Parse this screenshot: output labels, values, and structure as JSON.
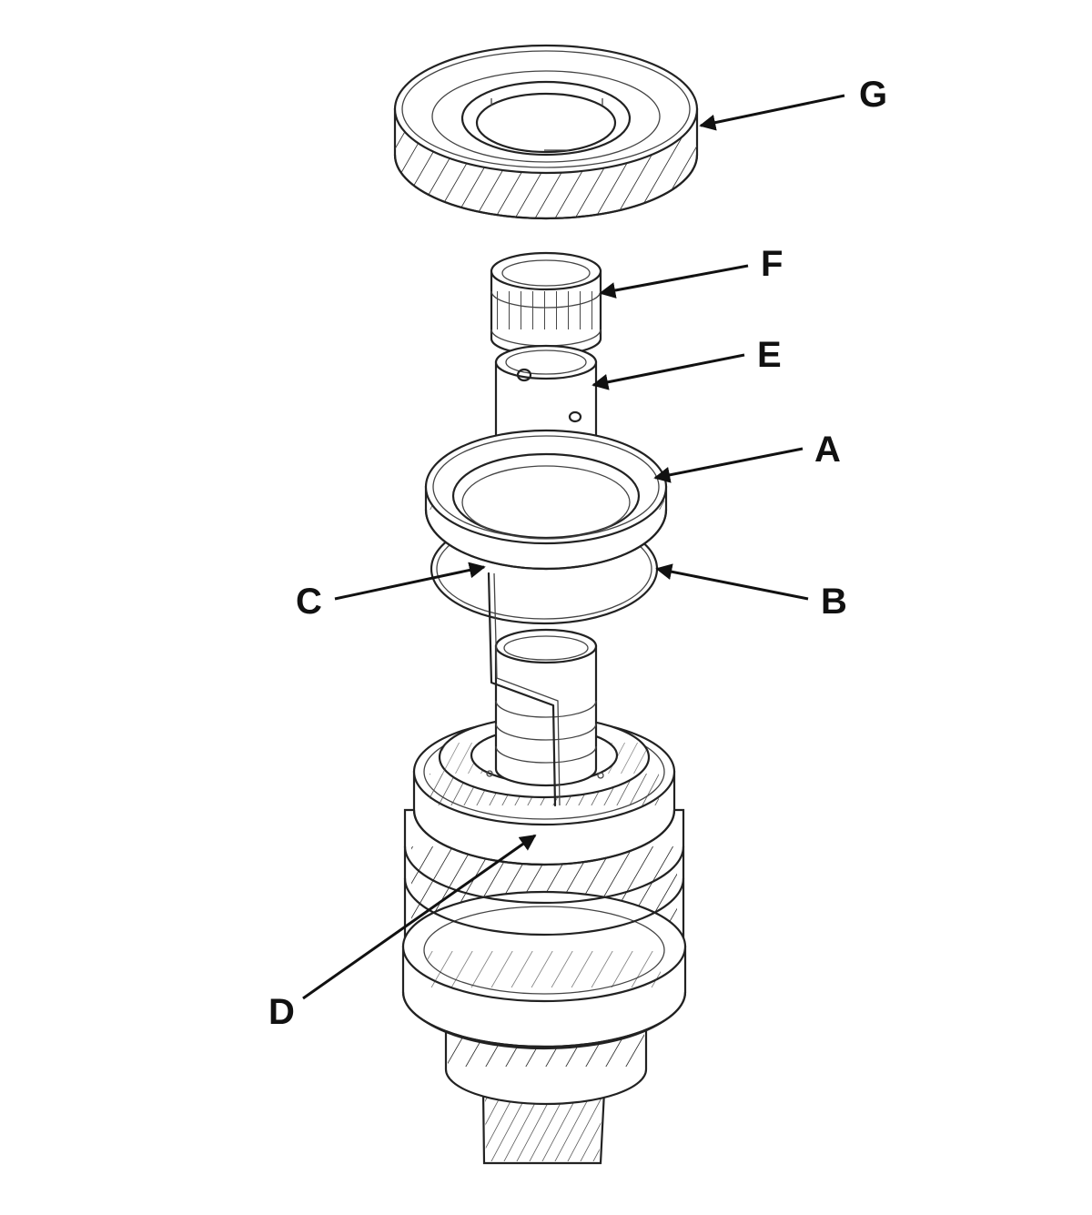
{
  "callouts": {
    "a": "A",
    "b": "B",
    "c": "C",
    "d": "D",
    "e": "E",
    "f": "F",
    "g": "G"
  },
  "colors": {
    "line": "#222222",
    "background": "#ffffff"
  }
}
